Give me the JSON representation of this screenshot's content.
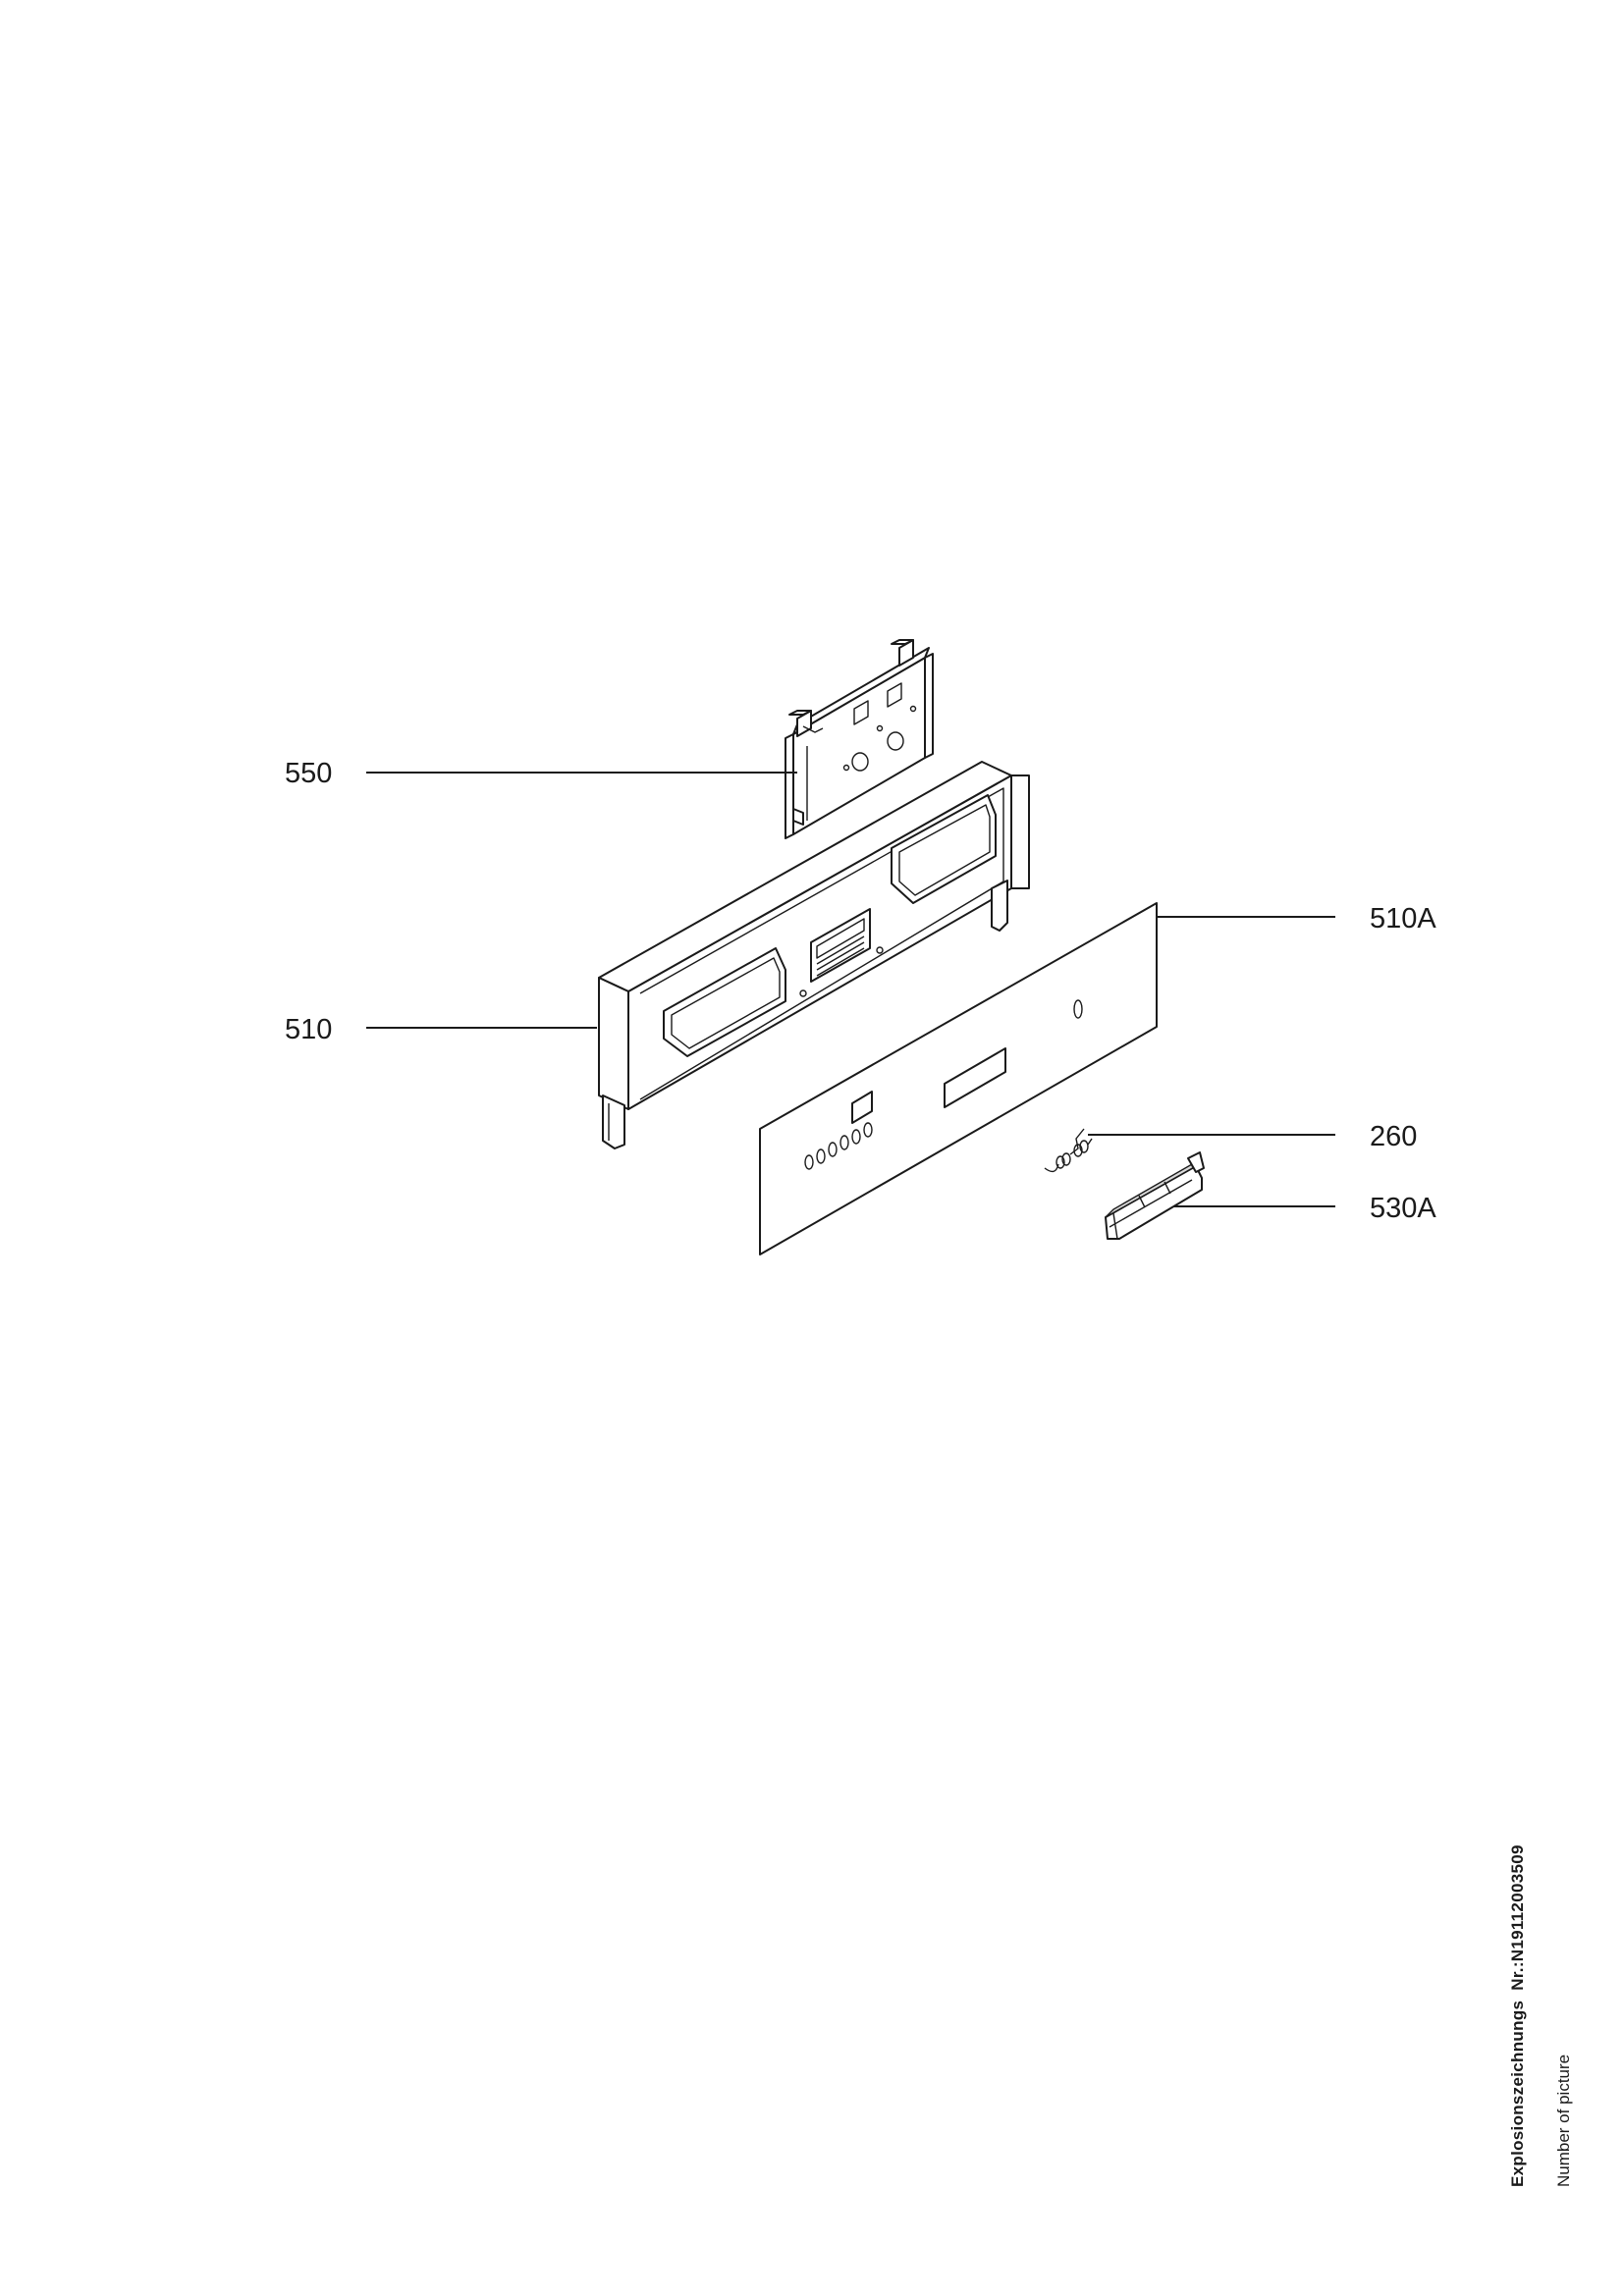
{
  "callouts": [
    {
      "id": "550",
      "label": "550"
    },
    {
      "id": "510",
      "label": "510"
    },
    {
      "id": "510A",
      "label": "510A"
    },
    {
      "id": "260",
      "label": "260"
    },
    {
      "id": "530A",
      "label": "530A"
    }
  ],
  "footer": {
    "drawing_number": "Explosionszeichnungs  Nr.:N19112003509",
    "caption_en": "Number of picture"
  }
}
